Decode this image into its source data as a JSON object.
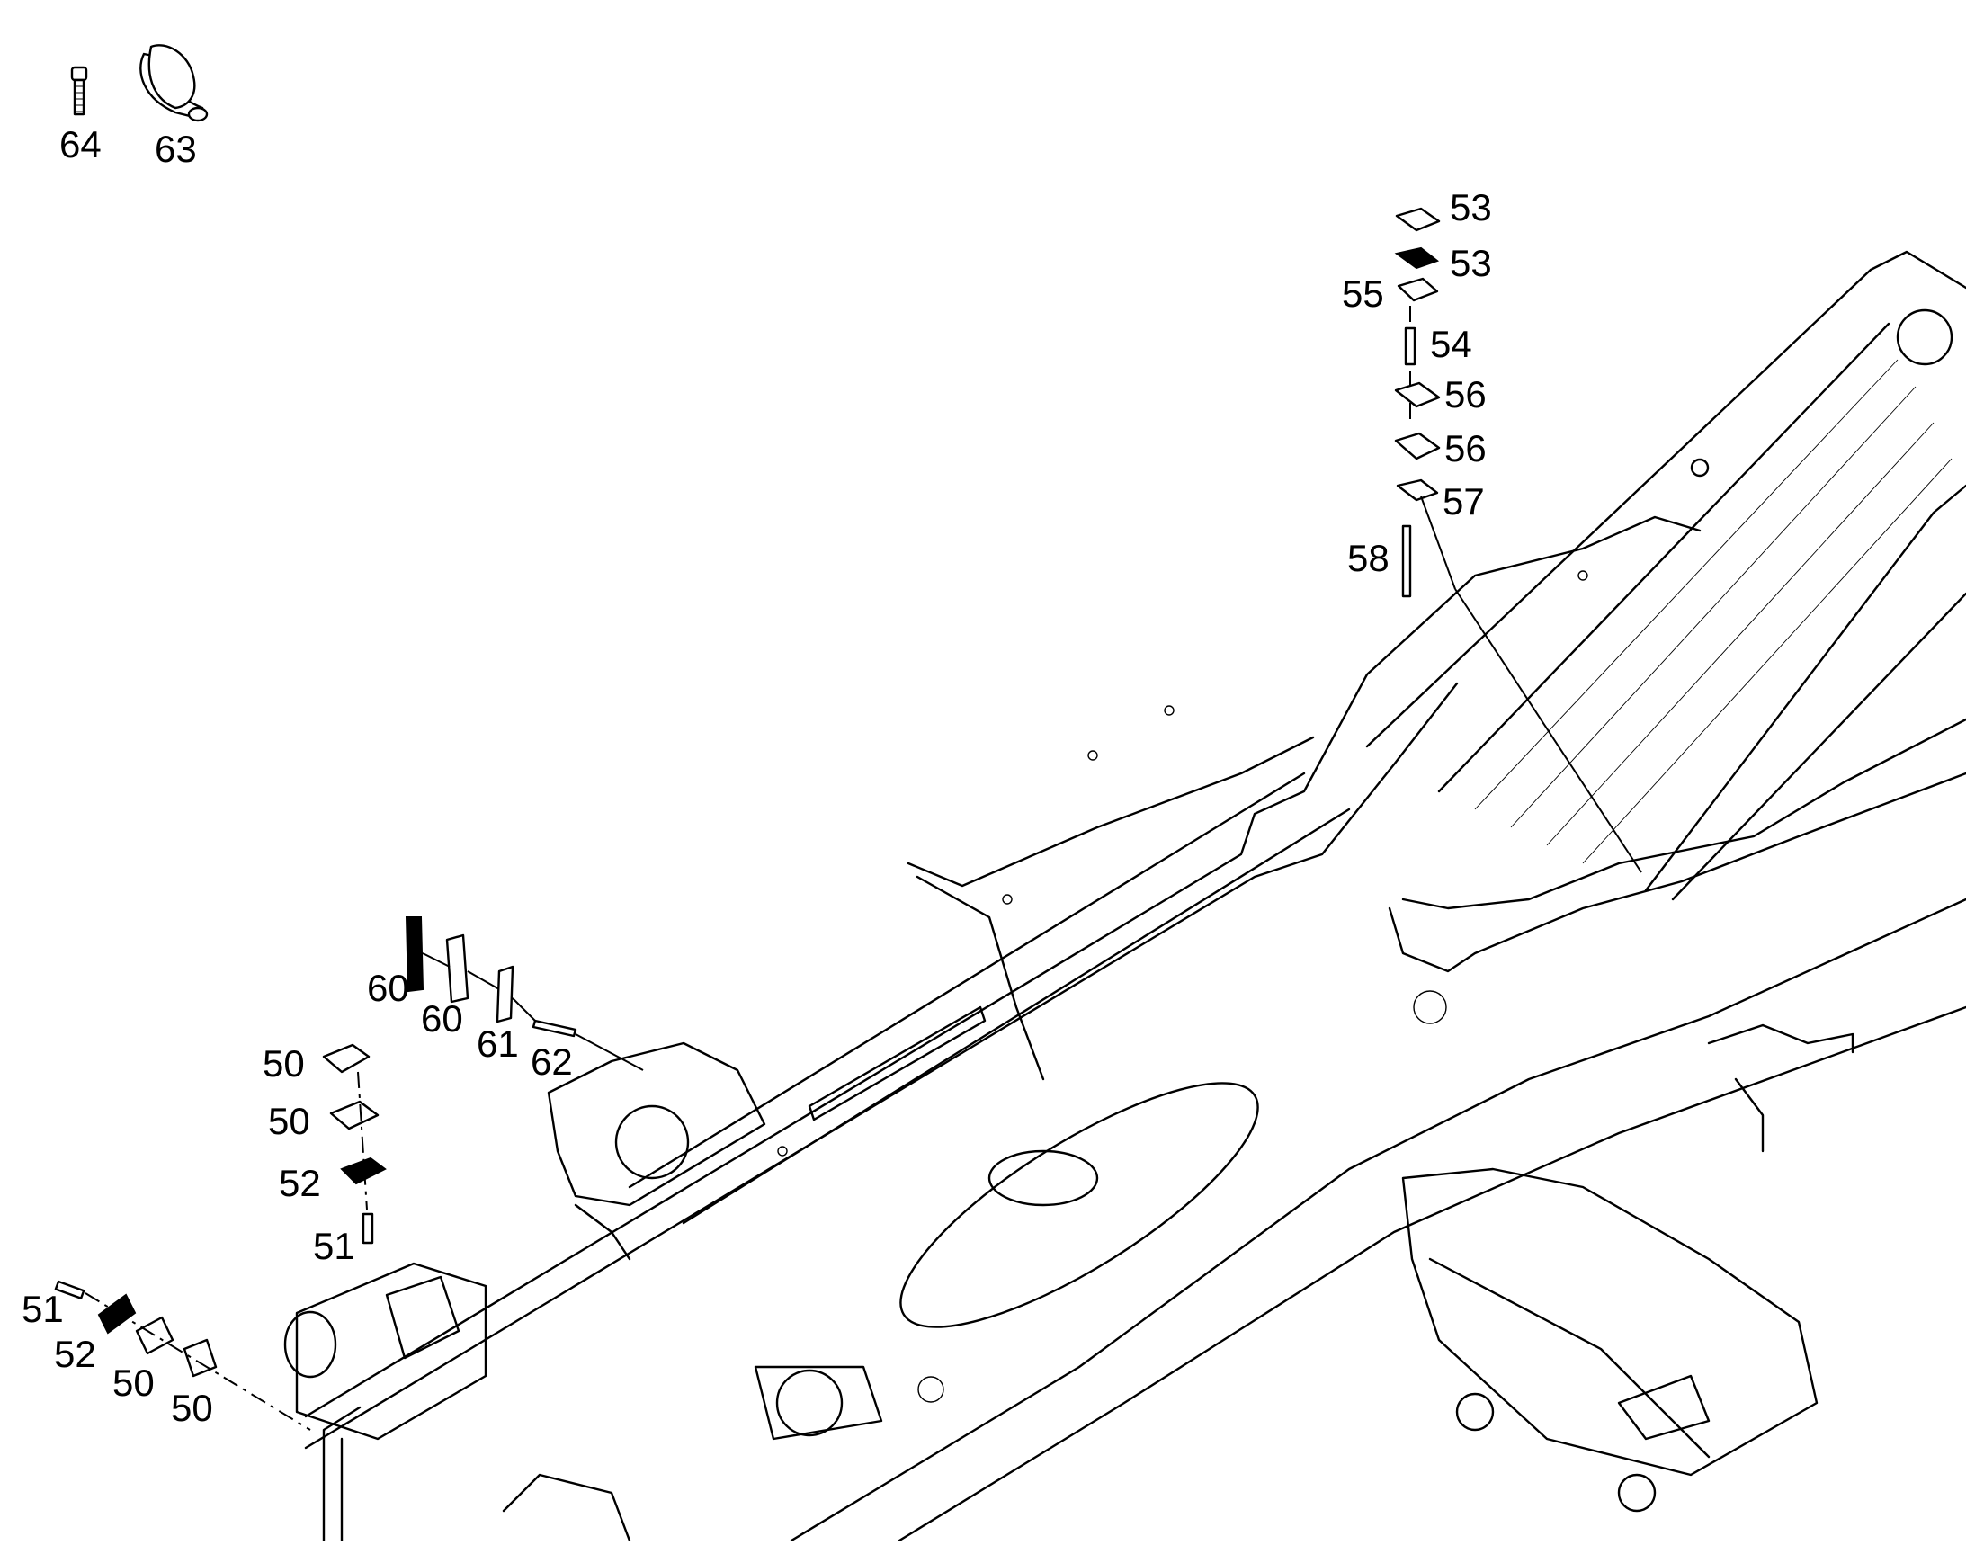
{
  "callouts": [
    {
      "id": "c64a",
      "text": "64"
    },
    {
      "id": "c63a",
      "text": "63"
    },
    {
      "id": "c53a",
      "text": "53"
    },
    {
      "id": "c53b",
      "text": "53"
    },
    {
      "id": "c55a",
      "text": "55"
    },
    {
      "id": "c54a",
      "text": "54"
    },
    {
      "id": "c56a",
      "text": "56"
    },
    {
      "id": "c56b",
      "text": "56"
    },
    {
      "id": "c57a",
      "text": "57"
    },
    {
      "id": "c58a",
      "text": "58"
    },
    {
      "id": "c60a",
      "text": "60"
    },
    {
      "id": "c60b",
      "text": "60"
    },
    {
      "id": "c61a",
      "text": "61"
    },
    {
      "id": "c62a",
      "text": "62"
    },
    {
      "id": "c50a",
      "text": "50"
    },
    {
      "id": "c50b",
      "text": "50"
    },
    {
      "id": "c52a",
      "text": "52"
    },
    {
      "id": "c51a",
      "text": "51"
    },
    {
      "id": "c51b",
      "text": "51"
    },
    {
      "id": "c52b",
      "text": "52"
    },
    {
      "id": "c50c",
      "text": "50"
    },
    {
      "id": "c50d",
      "text": "50"
    }
  ]
}
